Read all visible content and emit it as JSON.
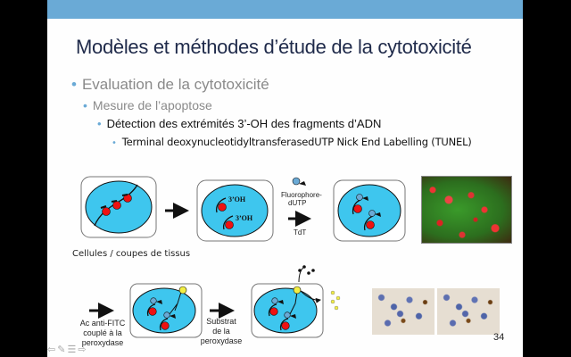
{
  "slide": {
    "title": "Modèles et méthodes d’étude de la cytotoxicité",
    "bullets": {
      "level1": "Evaluation de la cytotoxicité",
      "level2": "Mesure de l’apoptose",
      "level3": "Détection des extrémités 3’-OH des fragments d’ADN",
      "level4": "Terminal deoxynucleotidyltransferasedUTP Nick End Labelling (TUNEL)"
    },
    "bullet_glyph": "•",
    "diagram": {
      "label_3oh": "3’OH",
      "fluorophore_label_line1": "Fluorophore-",
      "fluorophore_label_line2": "dUTP",
      "tdt_label": "TdT",
      "cells_caption": "Cellules / coupes de tissus",
      "antibody_label_line1": "Ac anti-FITC",
      "antibody_label_line2": "couplé à la",
      "antibody_label_line3": "peroxydase",
      "substrate_label_line1": "Substrat",
      "substrate_label_line2": "de la",
      "substrate_label_line3": "peroxydase"
    },
    "page_number": "34"
  },
  "colors": {
    "top_bar": "#6aaad6",
    "title_text": "#1f2a4a",
    "cell_fill": "#3ec6ee",
    "dna_red": "#ee1111",
    "enzyme_yellow": "#f2ee44"
  },
  "nav": {
    "prev_icon": "prev-arrow-icon",
    "pen_icon": "pen-icon",
    "menu_icon": "menu-icon",
    "next_icon": "next-arrow-icon"
  }
}
